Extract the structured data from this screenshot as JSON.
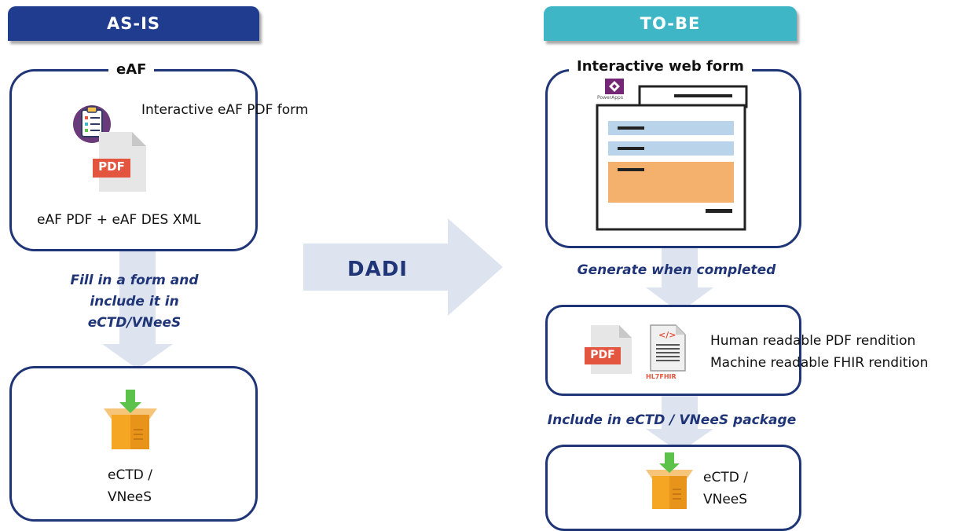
{
  "as_is": {
    "header": "AS-IS",
    "eaf_box": {
      "title": "eAF",
      "interactive_label": "Interactive eAF PDF form",
      "pdf_badge": "PDF",
      "bottom_label": "eAF PDF + eAF DES XML"
    },
    "caption_lines": [
      "Fill in a form and",
      "include it in",
      "eCTD/VNeeS"
    ],
    "package_box": {
      "line1": "eCTD /",
      "line2": "VNeeS"
    }
  },
  "transition": {
    "label": "DADI"
  },
  "to_be": {
    "header": "TO-BE",
    "web_form_box": {
      "title": "Interactive web form",
      "app_label": "PowerApps"
    },
    "caption_generate": "Generate when completed",
    "rendition_box": {
      "pdf_badge": "PDF",
      "fhir_badge": "HL7FHIR",
      "human_label": "Human  readable PDF rendition",
      "machine_label": "Machine readable FHIR rendition"
    },
    "caption_include": "Include  in  eCTD / VNeeS  package",
    "package_box": {
      "line1": "eCTD /",
      "line2": "VNeeS"
    }
  },
  "colors": {
    "as_is_header": "#1f3c8f",
    "to_be_header": "#3fb6c6",
    "box_border": "#1f3577",
    "arrow": "#dde4f0",
    "pdf_red": "#e4553f",
    "form_blue": "#b9d3ea",
    "form_orange": "#f4b06d",
    "package_orange": "#f5a623",
    "download_green": "#5cc24a"
  }
}
